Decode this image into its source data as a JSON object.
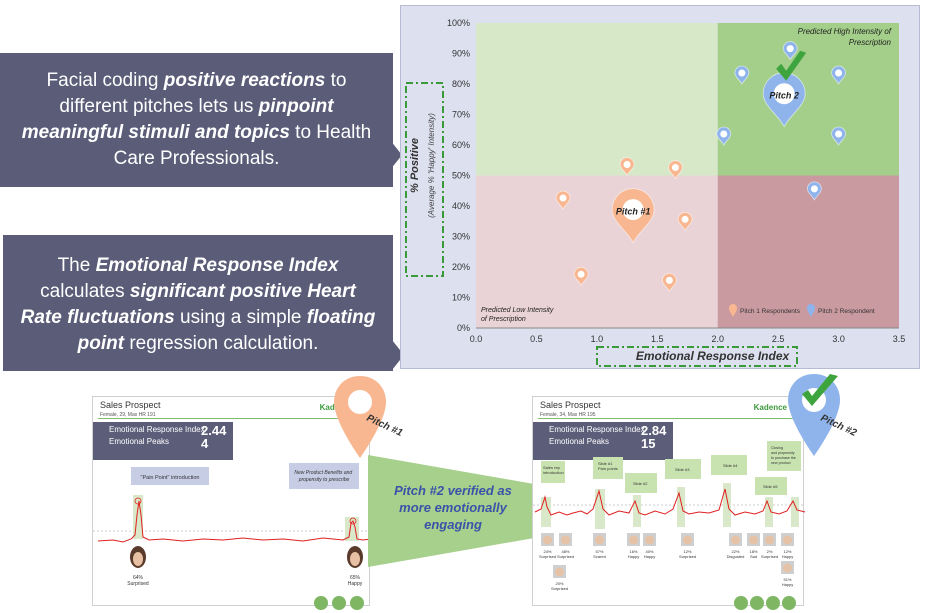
{
  "callouts": {
    "top": {
      "p1": "Facial coding ",
      "b1": "positive reactions",
      "p2": " to different pitches lets us ",
      "b2": "pinpoint meaningful stimuli and topics",
      "p3": " to Health Care Professionals."
    },
    "bottom": {
      "p1": "The ",
      "b1": "Emotional Response Index",
      "p2": " calculates ",
      "b2": "significant positive Heart Rate fluctuations",
      "p3": " using a simple ",
      "b3": "floating point",
      "p4": " regression calculation."
    }
  },
  "chart_data": {
    "type": "scatter",
    "xlabel": "Emotional Response Index",
    "ylabel": "% Positive",
    "ylabel_sub": "(Average % 'Happy' Intensity)",
    "xlim": [
      0,
      3.5
    ],
    "ylim": [
      0,
      100
    ],
    "x_ticks": [
      "0.0",
      "0.5",
      "1.0",
      "1.5",
      "2.0",
      "2.5",
      "3.0",
      "3.5"
    ],
    "y_ticks": [
      "0%",
      "10%",
      "20%",
      "30%",
      "40%",
      "50%",
      "60%",
      "70%",
      "80%",
      "90%",
      "100%"
    ],
    "quadrant_labels": {
      "top_right": "Predicted High Intensity of Prescription",
      "bottom_left": "Predicted Low Intensity of Prescription"
    },
    "quadrant_split": {
      "x": 2.0,
      "y": 50
    },
    "legend": [
      "Pitch 1 Respondents",
      "Pitch 2 Respondent"
    ],
    "legend_placement": "bottom-right",
    "colors": {
      "pitch1": "#f8b790",
      "pitch2": "#8fb4ec",
      "q_top_left": "#d7e8c9",
      "q_top_right": "#a4cf8a",
      "q_bottom_left": "#e9d3d7",
      "q_bottom_right": "#c99a9f"
    },
    "series": [
      {
        "name": "Pitch 1 Respondents",
        "points": [
          [
            0.72,
            39
          ],
          [
            0.87,
            14
          ],
          [
            1.25,
            50
          ],
          [
            1.65,
            49
          ],
          [
            1.73,
            32
          ],
          [
            1.6,
            12
          ]
        ]
      },
      {
        "name": "Pitch 2 Respondent",
        "points": [
          [
            2.6,
            88
          ],
          [
            2.2,
            80
          ],
          [
            3.0,
            80
          ],
          [
            2.05,
            60
          ],
          [
            3.0,
            60
          ],
          [
            2.8,
            42
          ]
        ]
      }
    ],
    "highlight_points": [
      {
        "label": "Pitch #1",
        "x": 1.3,
        "y": 28,
        "series": "Pitch 1 Respondents"
      },
      {
        "label": "Pitch 2",
        "x": 2.55,
        "y": 66,
        "series": "Pitch 2 Respondent"
      }
    ]
  },
  "screenshots": {
    "left": {
      "title": "Sales Prospect",
      "subtitle": "Female, 29, Max HR 191",
      "brand": "Kadence",
      "eri_label": "Emotional Response Index",
      "eri_value": "2.44",
      "peaks_label": "Emotional Peaks",
      "peaks_value": "4",
      "pin_label": "Pitch #1",
      "annotations": [
        "\"Pain Point\" introduction",
        "New Product Benefits and propensity to prescribe"
      ],
      "faces": [
        {
          "pct": "64%",
          "emotion": "Surprised"
        },
        {
          "pct": "65%",
          "emotion": "Happy"
        }
      ]
    },
    "right": {
      "title": "Sales Prospect",
      "subtitle": "Female, 34, Max HR 195",
      "brand": "Kadence",
      "eri_label": "Emotional Response Index",
      "eri_value": "2.84",
      "peaks_label": "Emotional Peaks",
      "peaks_value": "15",
      "pin_label": "Pitch #2",
      "annotations": [
        "Sales rep introduction",
        "Slide #1 Pain points",
        "Slide #2",
        "Slide #3",
        "Slide #4",
        "Slide #5",
        "Slide #6",
        "Closing and propensity to purchase the new product"
      ],
      "faces": [
        {
          "pct": "24%",
          "emotion": "Surprised"
        },
        {
          "pct": "48%",
          "emotion": "Surprised"
        },
        {
          "pct": "57%",
          "emotion": "Scared"
        },
        {
          "pct": "16%",
          "emotion": "Happy"
        },
        {
          "pct": "40%",
          "emotion": "Happy"
        },
        {
          "pct": "12%",
          "emotion": "Surprised"
        },
        {
          "pct": "22%",
          "emotion": "Disgusted"
        },
        {
          "pct": "18%",
          "emotion": "Sad"
        },
        {
          "pct": "2%",
          "emotion": "Surprised"
        },
        {
          "pct": "12%",
          "emotion": "Happy"
        },
        {
          "pct": "20%",
          "emotion": "Surprised"
        },
        {
          "pct": "51%",
          "emotion": "Happy"
        }
      ]
    }
  },
  "middle_text": "Pitch #2 verified as more emotionally engaging"
}
